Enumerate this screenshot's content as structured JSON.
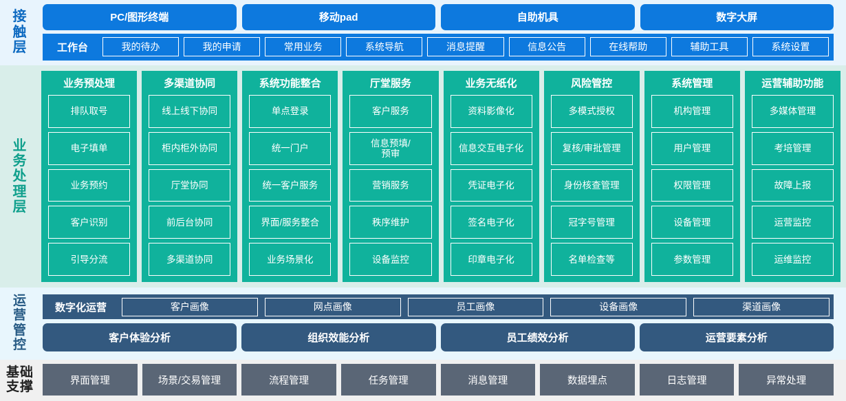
{
  "layers": [
    {
      "key": "contact",
      "label": "接触层",
      "label_chars": [
        "接",
        "触",
        "层"
      ],
      "channels": [
        "PC/图形终端",
        "移动pad",
        "自助机具",
        "数字大屏"
      ],
      "workbench_title": "工作台",
      "workbench_items": [
        "我的待办",
        "我的申请",
        "常用业务",
        "系统导航",
        "消息提醒",
        "信息公告",
        "在线帮助",
        "辅助工具",
        "系统设置"
      ],
      "color": "#0d79de",
      "bg": "#e8f4fd"
    },
    {
      "key": "business",
      "label": "业务处理层",
      "label_chars": [
        "业",
        "务",
        "处",
        "理",
        "层"
      ],
      "color": "#10b29c",
      "bg": "#d9eeea",
      "columns": [
        {
          "title": "业务预处理",
          "items": [
            "排队取号",
            "电子填单",
            "业务预约",
            "客户识别",
            "引导分流"
          ]
        },
        {
          "title": "多渠道协同",
          "items": [
            "线上线下协同",
            "柜内柜外协同",
            "厅堂协同",
            "前后台协同",
            "多渠道协同"
          ]
        },
        {
          "title": "系统功能整合",
          "items": [
            "单点登录",
            "统一门户",
            "统一客户服务",
            "界面/服务整合",
            "业务场景化"
          ]
        },
        {
          "title": "厅堂服务",
          "items": [
            "客户服务",
            "信息预填/\n预审",
            "营销服务",
            "秩序维护",
            "设备监控"
          ]
        },
        {
          "title": "业务无纸化",
          "items": [
            "资料影像化",
            "信息交互电子化",
            "凭证电子化",
            "签名电子化",
            "印章电子化"
          ]
        },
        {
          "title": "风险管控",
          "items": [
            "多模式授权",
            "复核/审批管理",
            "身份核查管理",
            "冠字号管理",
            "名单检查等"
          ]
        },
        {
          "title": "系统管理",
          "items": [
            "机构管理",
            "用户管理",
            "权限管理",
            "设备管理",
            "参数管理"
          ]
        },
        {
          "title": "运营辅助功能",
          "items": [
            "多媒体管理",
            "考培管理",
            "故障上报",
            "运营监控",
            "运维监控"
          ]
        }
      ]
    },
    {
      "key": "ops",
      "label": "运营管控",
      "label_chars": [
        "运",
        "营",
        "管",
        "控"
      ],
      "color": "#33597f",
      "bg": "#e8f6fd",
      "ops_title": "数字化运营",
      "portraits": [
        "客户画像",
        "网点画像",
        "员工画像",
        "设备画像",
        "渠道画像"
      ],
      "analyses": [
        "客户体验分析",
        "组织效能分析",
        "员工绩效分析",
        "运营要素分析"
      ]
    },
    {
      "key": "base",
      "label": "基础支撑",
      "label_chars": [
        "基础",
        "支撑"
      ],
      "color": "#5a6676",
      "bg": "#f0f0f0",
      "items": [
        "界面管理",
        "场景/交易管理",
        "流程管理",
        "任务管理",
        "消息管理",
        "数据埋点",
        "日志管理",
        "异常处理"
      ]
    }
  ]
}
